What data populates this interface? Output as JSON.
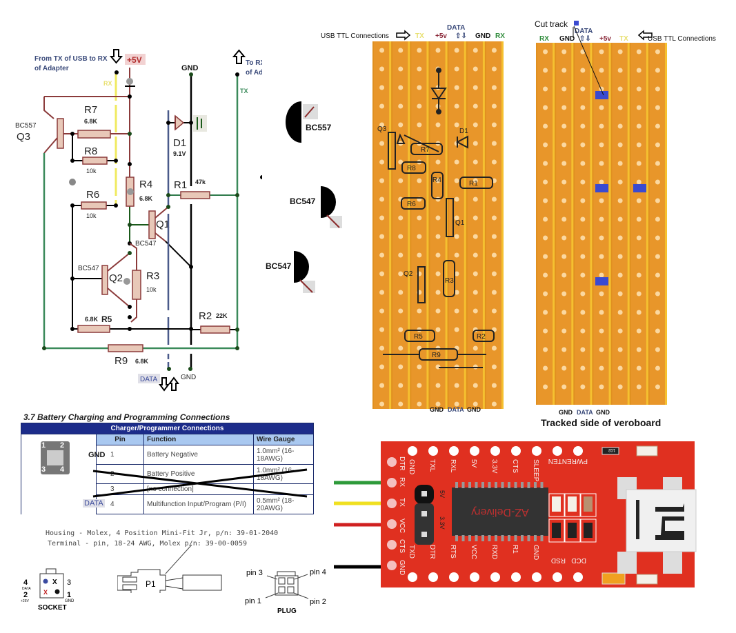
{
  "schematic": {
    "from_tx_label_1": "From TX of USB to RX",
    "from_tx_label_2": "of Adapter",
    "to_rx_label_1": "To RX of USB from TX",
    "to_rx_label_2": "of Adapter",
    "plus5v": "+5V",
    "gnd_top": "GND",
    "rx_wire": "RX",
    "tx_wire": "TX",
    "data_bottom": "DATA",
    "gnd_bottom": "GND",
    "components": {
      "q3": {
        "name": "Q3",
        "type": "BC557"
      },
      "q1": {
        "name": "Q1",
        "type": "BC547"
      },
      "q2": {
        "name": "Q2",
        "type": "BC547"
      },
      "r7": {
        "name": "R7",
        "value": "6.8K"
      },
      "r8": {
        "name": "R8",
        "value": "10k"
      },
      "r6": {
        "name": "R6",
        "value": "10k"
      },
      "r4": {
        "name": "R4",
        "value": "6.8K"
      },
      "r1": {
        "name": "R1",
        "value": "47k"
      },
      "r3": {
        "name": "R3",
        "value": "10k"
      },
      "r5": {
        "name": "R5",
        "value": "6.8K"
      },
      "r2": {
        "name": "R2",
        "value": "22K"
      },
      "r9": {
        "name": "R9",
        "value": "6.8K"
      },
      "d1": {
        "name": "D1",
        "value": "9.1V"
      }
    }
  },
  "pinouts": {
    "bc557": "BC557",
    "bc547_a": "BC547",
    "bc547_b": "BC547"
  },
  "veroboard_component_side": {
    "header_prefix": "USB TTL  Connections",
    "data_label": "DATA",
    "columns": [
      {
        "label": "TX",
        "color": "#e8e070"
      },
      {
        "label": "+5v",
        "color": "#8b2a3a"
      },
      {
        "label": "⇧⇩",
        "color": "#3a4a7a"
      },
      {
        "label": "GND",
        "color": "#111111"
      },
      {
        "label": "RX",
        "color": "#2e8b3a"
      }
    ],
    "parts": [
      "Q3",
      "D1",
      "R7",
      "R8",
      "R4",
      "R1",
      "R6",
      "Q1",
      "Q2",
      "R3",
      "R5",
      "R2",
      "R9"
    ],
    "footer": {
      "gnd1": "GND",
      "data": "DATA",
      "gnd2": "GND"
    }
  },
  "veroboard_track_side": {
    "cut_track_label": "Cut track",
    "data_label": "DATA",
    "columns": [
      {
        "label": "RX",
        "color": "#2e8b3a"
      },
      {
        "label": "GND",
        "color": "#111111"
      },
      {
        "label": "⇧⇩",
        "color": "#3a4a7a"
      },
      {
        "label": "+5v",
        "color": "#8b2a3a"
      },
      {
        "label": "TX",
        "color": "#e8e070"
      }
    ],
    "header_suffix": "USB TTL  Connections",
    "footer": {
      "gnd1": "GND",
      "data": "DATA",
      "gnd2": "GND"
    },
    "caption": "Tracked side of veroboard",
    "cut_color": "#3a4ad0"
  },
  "battery_section": {
    "title": "3.7    Battery Charging and Programming Connections",
    "table_title": "Charger/Programmer Connections",
    "columns": [
      "Pin",
      "Function",
      "Wire Gauge"
    ],
    "rows": [
      {
        "tag": "GND",
        "pin": "1",
        "function": "Battery Negative",
        "gauge": "1.0mm² (16-18AWG)",
        "crossed": false
      },
      {
        "tag": "",
        "pin": "2",
        "function": "Battery Positive",
        "gauge": "1.0mm² (16-18AWG)",
        "crossed": true
      },
      {
        "tag": "",
        "pin": "3",
        "function": "[no connection]",
        "gauge": "",
        "crossed": true
      },
      {
        "tag": "DATA",
        "pin": "4",
        "function": "Multifunction Input/Program (P/I)",
        "gauge": "0.5mm² (18-20AWG)",
        "crossed": false
      }
    ],
    "connector_pins": [
      "1",
      "2",
      "3",
      "4"
    ],
    "housing_note": "Housing -  Molex, 4 Position Mini-Fit Jr,  p/n: 39-01-2040",
    "terminal_note": "Terminal - pin, 18-24 AWG, Molex p/n: 39-00-0059",
    "socket": {
      "caption": "SOCKET",
      "pin4": "4",
      "pin4_sub": "DATA",
      "pin2": "2",
      "pin2_sub": "+25V",
      "pin3": "3",
      "pin1": "1",
      "pin1_sub": "GND",
      "x_mark": "X"
    },
    "p1_label": "P1",
    "plug": {
      "caption": "PLUG",
      "pin1": "pin 1",
      "pin2": "pin 2",
      "pin3": "pin 3",
      "pin4": "pin 4"
    }
  },
  "ftdi_adapter": {
    "left_pins": [
      "DTR",
      "RX",
      "TX",
      "VCC",
      "CTS",
      "GND"
    ],
    "top_pins": [
      "GND",
      "TXL",
      "RXL",
      "5V",
      "3.3V",
      "CTS",
      "SLEEP",
      "PWRENTEN"
    ],
    "bottom_pins": [
      "TXD",
      "DTR",
      "RTS",
      "VCC",
      "RXD",
      "R1",
      "GND",
      "RSD",
      "DCD"
    ],
    "jumper_5v": "5V",
    "jumper_3v3": "3.3V",
    "chip_brand": "AZ-Delivery",
    "resistor_code": "102",
    "wire_colors": [
      "#2e9a3a",
      "#f0e020",
      "#d02020",
      "#000000"
    ],
    "board_color": "#e03020"
  }
}
